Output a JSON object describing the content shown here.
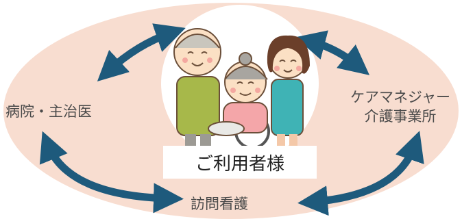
{
  "colors": {
    "ellipse_fill": "#f8ddd0",
    "center_circle": "#ffffff",
    "arrow": "#1e5a7c",
    "text": "#4a4a4a"
  },
  "center": {
    "label": "ご利用者様"
  },
  "nodes": {
    "hospital": "病院・主治医",
    "care_manager_line1": "ケアマネジャー",
    "care_manager_line2": "介護事業所",
    "home_nursing": "訪問看護"
  },
  "illustration": {
    "subject": "family-of-three-with-wheelchair"
  }
}
